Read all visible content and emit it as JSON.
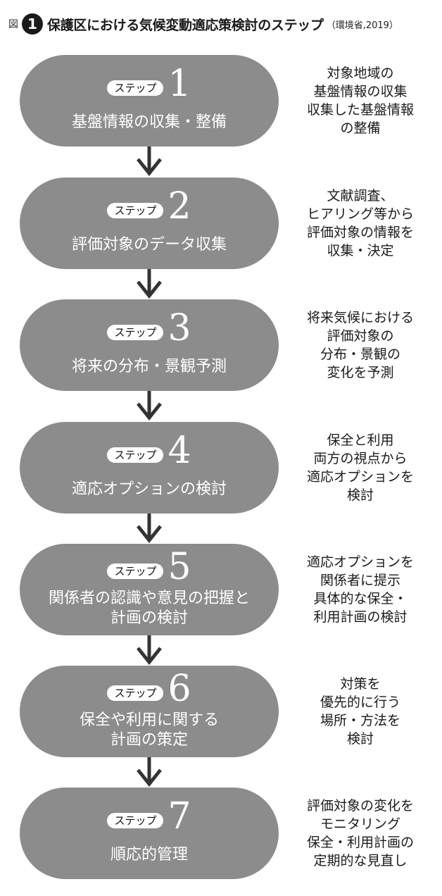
{
  "header": {
    "fig_label": "図",
    "fig_number": "1",
    "title": "保護区における気候変動適応策検討のステップ",
    "source": "（環境省,2019）"
  },
  "badge_label": "ステップ",
  "steps": [
    {
      "num": "1",
      "text": "基盤情報の収集・整備",
      "description": "対象地域の\n基盤情報の収集\n収集した基盤情報\nの整備"
    },
    {
      "num": "2",
      "text": "評価対象のデータ収集",
      "description": "文献調査、\nヒアリング等から\n評価対象の情報を\n収集・決定"
    },
    {
      "num": "3",
      "text": "将来の分布・景観予測",
      "description": "将来気候における\n評価対象の\n分布・景観の\n変化を予測"
    },
    {
      "num": "4",
      "text": "適応オプションの検討",
      "description": "保全と利用\n両方の視点から\n適応オプションを\n検討"
    },
    {
      "num": "5",
      "text": "関係者の認識や意見の把握と\n計画の検討",
      "description": "適応オプションを\n関係者に提示\n具体的な保全・\n利用計画の検討"
    },
    {
      "num": "6",
      "text": "保全や利用に関する\n計画の策定",
      "description": "対策を\n優先的に行う\n場所・方法を\n検討"
    },
    {
      "num": "7",
      "text": "順応的管理",
      "description": "評価対象の変化を\nモニタリング\n保全・利用計画の\n定期的な見直し"
    }
  ]
}
